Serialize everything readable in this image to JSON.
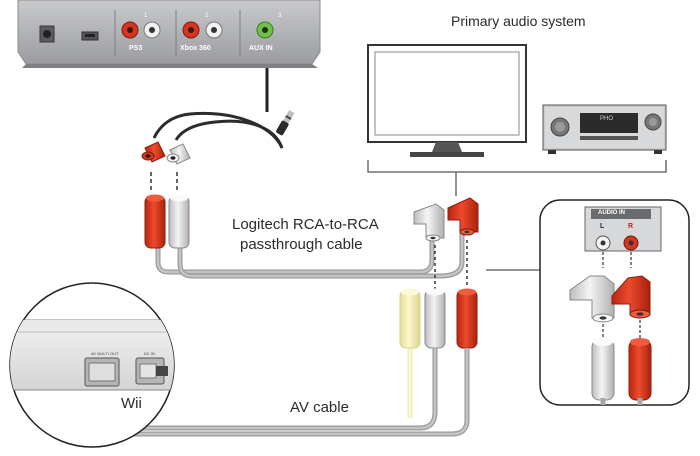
{
  "labels": {
    "primary_audio_system": "Primary audio system",
    "passthrough_cable_line1": "Logitech RCA-to-RCA",
    "passthrough_cable_line2": "passthrough cable",
    "av_cable": "AV cable",
    "wii": "Wii"
  },
  "hub": {
    "port_ps3": "PS3",
    "port_xbox": "Xbox 360",
    "port_aux": "AUX IN",
    "num_1": "1",
    "num_2": "2",
    "num_3": "3"
  },
  "audio_in_panel": {
    "title": "AUDIO IN",
    "left": "L",
    "right": "R"
  },
  "wii_ports": {
    "av_multi_out": "AV MULTI OUT",
    "dc_in": "DC IN"
  },
  "receiver": {
    "display_text": "PHO"
  },
  "colors": {
    "red_plug": "#d9341f",
    "white_plug": "#e2e2e2",
    "yellow_plug": "#f3efa8",
    "cable": "#a8a8a8",
    "device_gray": "#a9aaac"
  }
}
